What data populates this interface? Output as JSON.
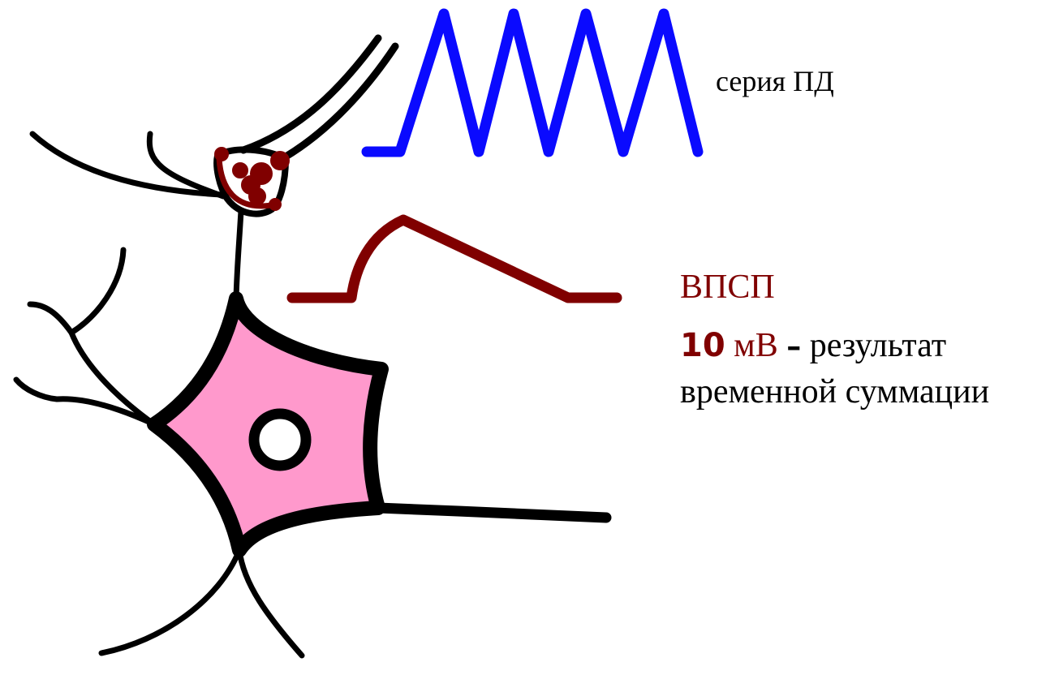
{
  "labels": {
    "ap_series": "серия ПД",
    "epsp_title": "ВПСП",
    "epsp_value": "10",
    "epsp_unit": "мВ",
    "dash": "–",
    "result_text": "результат",
    "summation_text": "временной суммации"
  },
  "colors": {
    "ap_trace": "#0a0aff",
    "epsp_trace": "#800000",
    "synapse": "#800000",
    "soma_fill": "#ff99cc",
    "outline": "#000000",
    "text": "#000000"
  }
}
